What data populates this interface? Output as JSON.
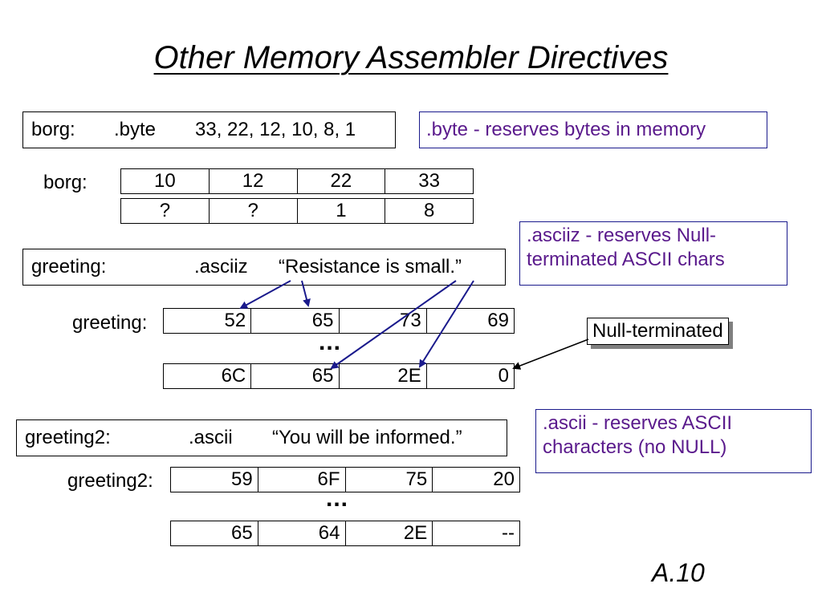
{
  "title": "Other Memory Assembler Directives",
  "byte_section": {
    "code": {
      "label": "borg:",
      "directive": ".byte",
      "operands": "33, 22, 12, 10, 8, 1"
    },
    "note": ".byte - reserves bytes in memory",
    "mem_label": "borg:",
    "rows": [
      [
        "10",
        "12",
        "22",
        "33"
      ],
      [
        "?",
        "?",
        "1",
        "8"
      ]
    ]
  },
  "asciiz_section": {
    "code": {
      "label": "greeting:",
      "directive": ".asciiz",
      "operands": "“Resistance is small.”"
    },
    "note": ".asciiz - reserves Null-terminated ASCII chars",
    "mem_label": "greeting:",
    "rows": [
      [
        "52",
        "65",
        "73",
        "69"
      ],
      [
        "6C",
        "65",
        "2E",
        "0"
      ]
    ],
    "ellipsis": "...",
    "callout": "Null-terminated"
  },
  "ascii_section": {
    "code": {
      "label": "greeting2:",
      "directive": ".ascii",
      "operands": "“You will be informed.”"
    },
    "note": ".ascii - reserves ASCII characters (no NULL)",
    "mem_label": "greeting2:",
    "rows": [
      [
        "59",
        "6F",
        "75",
        "20"
      ],
      [
        "65",
        "64",
        "2E",
        "--"
      ]
    ],
    "ellipsis": "..."
  },
  "slide_number": "A.10",
  "colors": {
    "arrow": "#1a1a8c",
    "note_text": "#5a1a8c",
    "note_border": "#1a1a8c"
  }
}
